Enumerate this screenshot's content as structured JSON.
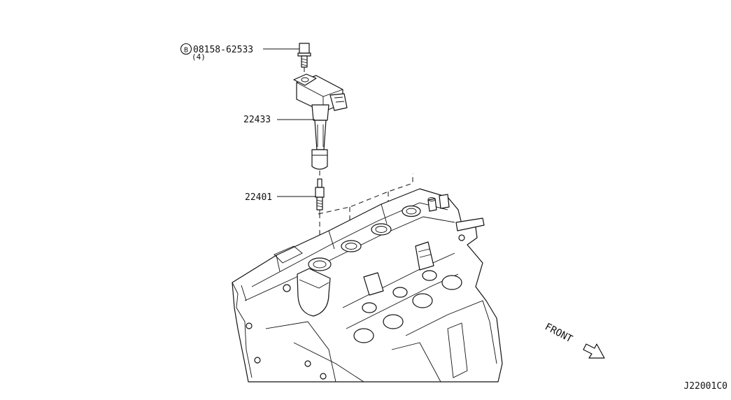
{
  "callouts": {
    "bolt": {
      "marker": "B",
      "part_number": "08158-62533",
      "quantity": "(4)"
    },
    "ignition_coil": {
      "part_number": "22433"
    },
    "spark_plug": {
      "part_number": "22401"
    }
  },
  "direction_label": "FRONT",
  "diagram_code": "J22001C0"
}
